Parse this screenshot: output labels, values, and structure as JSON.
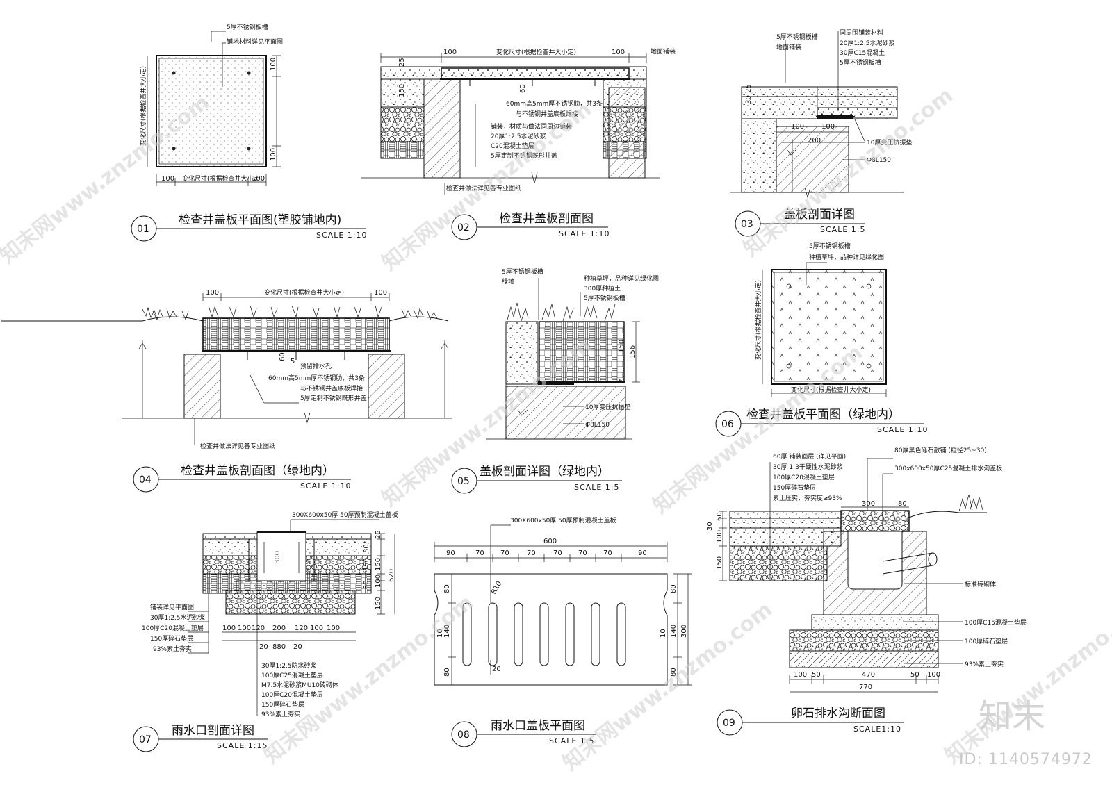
{
  "details": [
    {
      "id": "01",
      "title": "检查井盖板平面图(塑胶铺地内)",
      "scale": "SCALE 1:10",
      "notes": [
        "5厚不锈钢板槽",
        "铺地材料详见平面图"
      ],
      "dims": {
        "side": "100",
        "middle": "变化尺寸(根据检查井大小定)"
      }
    },
    {
      "id": "02",
      "title": "检查井盖板剖面图",
      "scale": "SCALE 1:10",
      "notes": [
        "地面铺装",
        "60mm高5mm厚不锈钢肋，共3条",
        "与不锈钢井盖底板焊接",
        "铺装，材质与做法同周边铺装",
        "20厚1:2.5水泥砂浆",
        "C20混凝土垫层",
        "5厚定制不锈钢既形井盖",
        "检查井做法详见各专业图纸"
      ],
      "dims": {
        "side": "100",
        "middle": "变化尺寸(根据检查井大小定)",
        "v1": "25",
        "v2": "150",
        "rib": "60"
      }
    },
    {
      "id": "03",
      "title": "盖板剖面详图",
      "scale": "SCALE 1:5",
      "notes": [
        "5厚不锈钢板槽",
        "地面铺装",
        "同周围铺装材料",
        "20厚1:2.5水泥砂浆",
        "30厚C15混凝土",
        "5厚不锈钢板槽",
        "10厚变压抗振垫",
        "Φ8L150"
      ],
      "dims": {
        "a": "100",
        "b": "100",
        "c": "200",
        "v": "30|25"
      }
    },
    {
      "id": "04",
      "title": "检查井盖板剖面图（绿地内）",
      "scale": "SCALE 1:10",
      "notes": [
        "预留排水孔",
        "60mm高5mm厚不锈钢肋，共3条",
        "与不锈钢井盖底板焊接",
        "5厚定制不锈钢既形井盖",
        "检查井做法详见各专业图纸"
      ],
      "dims": {
        "side": "100",
        "middle": "变化尺寸(根据检查井大小定)",
        "rib": "60",
        "t": "5"
      }
    },
    {
      "id": "05",
      "title": "盖板剖面详图（绿地内）",
      "scale": "SCALE 1:5",
      "notes": [
        "5厚不锈钢板槽",
        "绿地",
        "种植草坪，品种详见绿化图",
        "300厚种植土",
        "5厚不锈钢板槽",
        "10厚变压抗振垫",
        "Φ8L150"
      ],
      "dims": {
        "h": "156",
        "d": "150",
        "t": "6"
      }
    },
    {
      "id": "06",
      "title": "检查井盖板平面图（绿地内）",
      "scale": "SCALE 1:10",
      "notes": [
        "5厚不锈钢板槽",
        "种植草坪，品种详见绿化图"
      ],
      "dims": {
        "middle": "变化尺寸(根据检查井大小定)"
      }
    },
    {
      "id": "07",
      "title": "雨水口剖面详图",
      "scale": "SCALE 1:15",
      "notes": [
        "300X600x50厚 50厚预制混凝土盖板",
        "铺装详见平面图",
        "30厚1:2.5水泥砂浆",
        "100厚C20混凝土垫层",
        "150厚碎石垫层",
        "93%素土夯实",
        "30厚1:2.5防水砂浆",
        "100厚C25混凝土垫层",
        "M7.5水泥砂浆MU10砖砌体",
        "100厚C20混凝土垫层",
        "150厚碎石垫层",
        "93%素土夯实"
      ],
      "dims": {
        "h": [
          "25",
          "30",
          "150",
          "150",
          "100",
          "50",
          "150"
        ],
        "total": "620",
        "pit": "300",
        "bottom": [
          "100",
          "100",
          "120",
          "200",
          "120",
          "100",
          "100"
        ],
        "sub": [
          "20",
          "880",
          "20"
        ]
      }
    },
    {
      "id": "08",
      "title": "雨水口盖板平面图",
      "scale": "SCALE 1:5",
      "notes": [
        "300X600x50厚 50厚预制混凝土盖板"
      ],
      "dims": {
        "total": "600",
        "top": [
          "90",
          "70",
          "70",
          "70",
          "70",
          "70",
          "70",
          "90"
        ],
        "left": [
          "80",
          "140",
          "80"
        ],
        "right": [
          "80",
          "140",
          "80"
        ],
        "total_v": "300",
        "radius": "R10",
        "slot": "20",
        "side": "10"
      }
    },
    {
      "id": "09",
      "title": "卵石排水沟断面图",
      "scale": "SCALE1:10",
      "notes": [
        "60厚 铺装面层 (详见平面)",
        "30厚 1:3干硬性水泥砂浆",
        "100厚C20混凝土垫层",
        "150厚碎石垫层",
        "素土压实，夯实度≥93%",
        "80厚黑色砾石散铺 (粒径25~30)",
        "300x600x50厚C25混凝土排水沟盖板",
        "标准砖砌体",
        "100厚C15混凝土垫层",
        "100厚碎石垫层",
        "93%素土夯实"
      ],
      "dims": {
        "top": [
          "300",
          "80"
        ],
        "left": [
          "30",
          "60",
          "100",
          "150"
        ],
        "bottom": [
          "100",
          "50",
          "470",
          "50",
          "100"
        ],
        "total": "770"
      }
    }
  ],
  "watermark": {
    "text": "知末网www.znzmo.com",
    "logo": "知末",
    "id": "ID: 1140574972"
  }
}
